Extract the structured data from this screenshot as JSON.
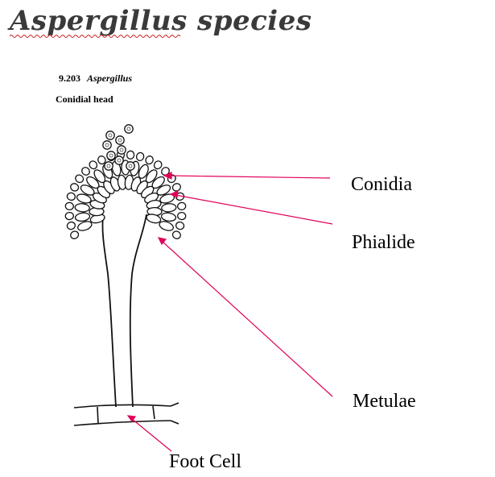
{
  "title": "Aspergillus species",
  "figure": {
    "number": "9.203",
    "genus": "Aspergillus",
    "subtitle": "Conidial head"
  },
  "labels": {
    "conidia": "Conidia",
    "phialide": "Phialide",
    "metulae": "Metulae",
    "foot_cell": "Foot Cell"
  },
  "colors": {
    "pointer": "#e0005a",
    "title": "#3a3a3a",
    "spellcheck": "#cc2222"
  }
}
